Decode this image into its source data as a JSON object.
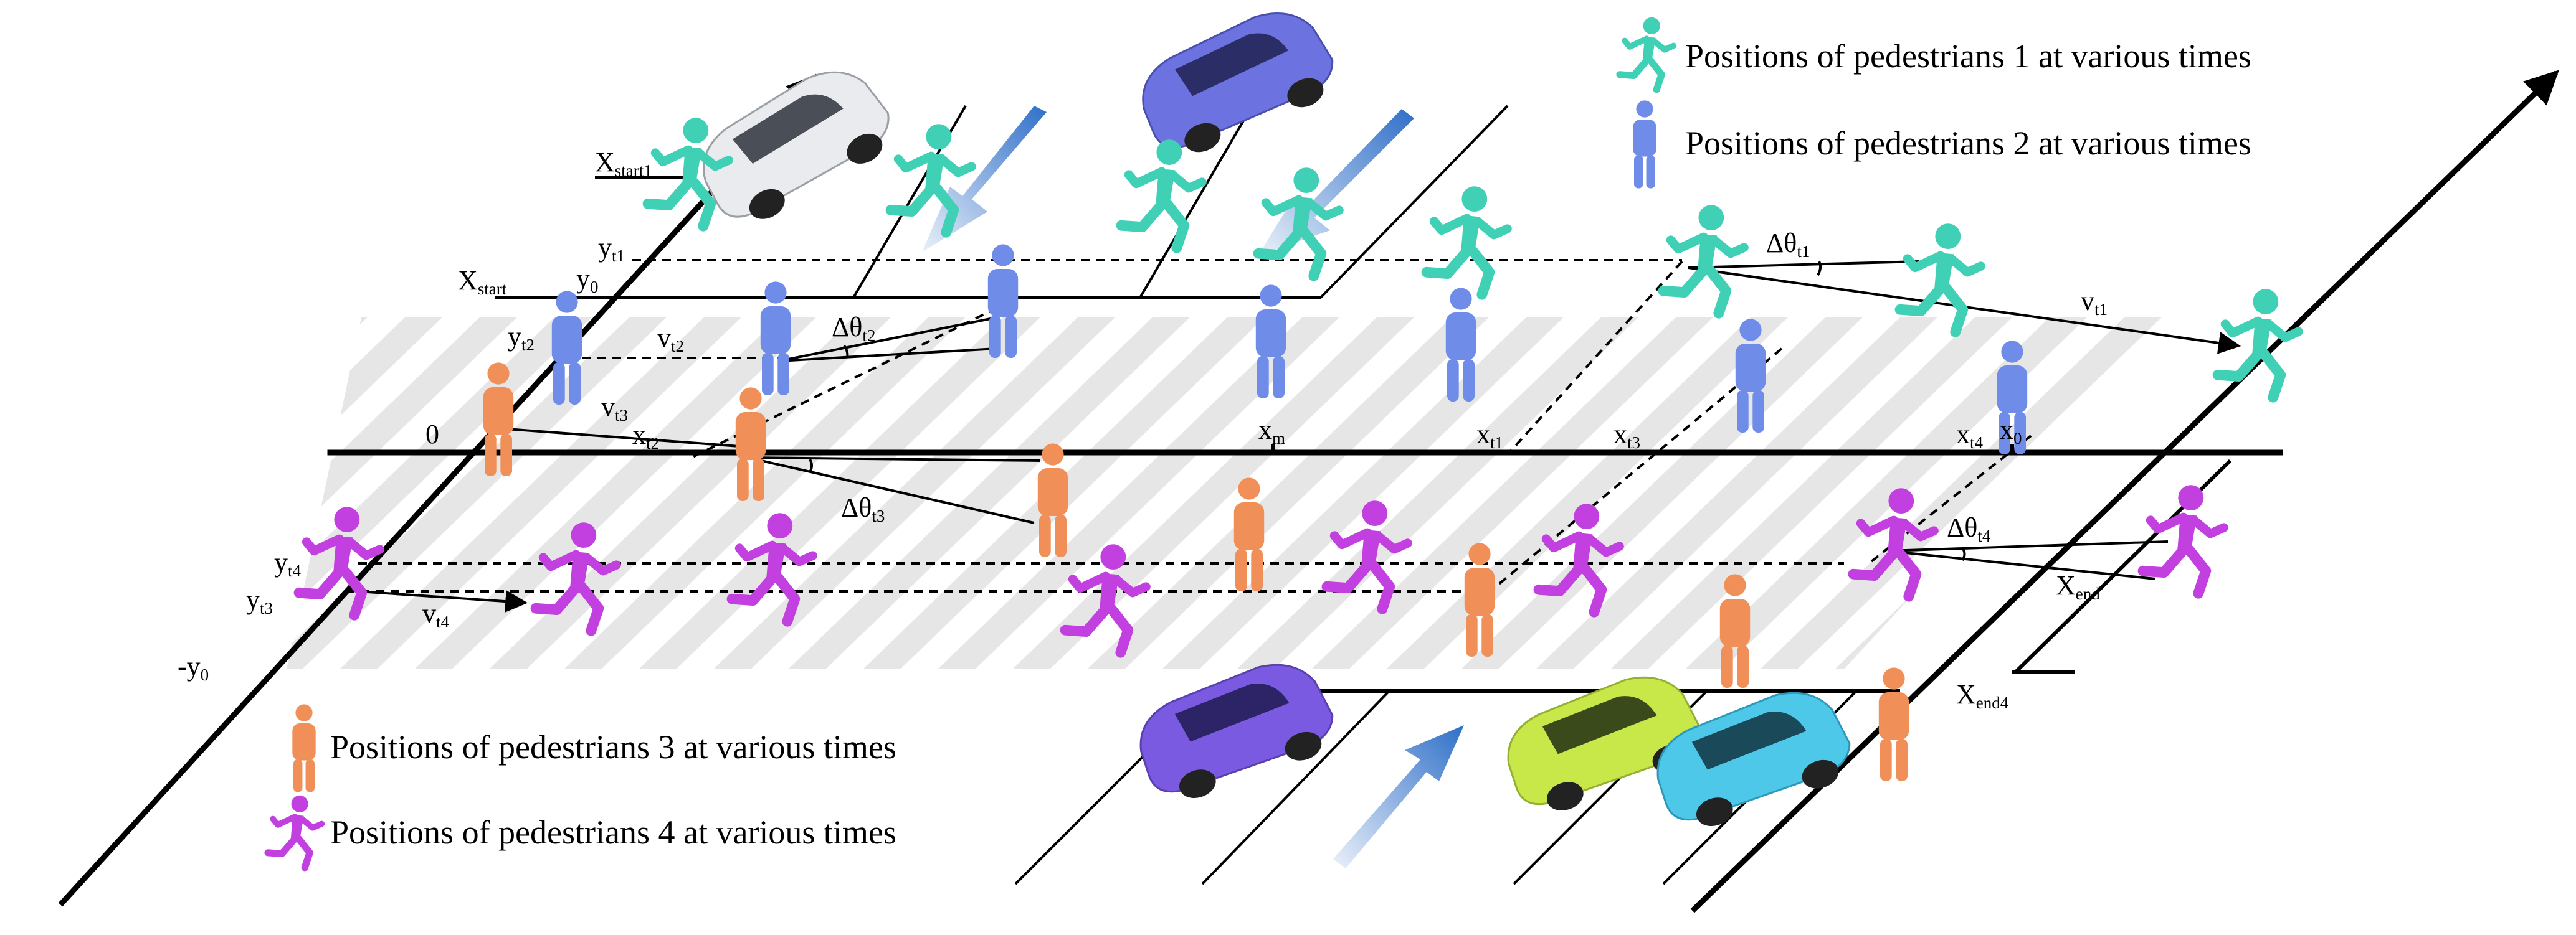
{
  "colors": {
    "pedestrian1": "#3fd0b5",
    "pedestrian2": "#6f8de8",
    "pedestrian3": "#f09058",
    "pedestrian4": "#c23fe0",
    "stripe": "#e6e6e6",
    "flow_arrow": "#2f6fc8",
    "car_white": "#e9ebee",
    "car_blue": "#6c72e0",
    "car_purple": "#7a5ae0",
    "car_lime": "#c8e84a",
    "car_cyan": "#4ec8e8"
  },
  "legend": {
    "ped1": "Positions of pedestrians 1 at various times",
    "ped2": "Positions of pedestrians 2 at various times",
    "ped3": "Positions of pedestrians 3 at various times",
    "ped4": "Positions of pedestrians 4 at various times"
  },
  "labels": {
    "x_start1": {
      "main": "X",
      "sub": "start1"
    },
    "x_start": {
      "main": "X",
      "sub": "start"
    },
    "y_t1": {
      "main": "y",
      "sub": "t1"
    },
    "y_0": {
      "main": "y",
      "sub": "0"
    },
    "y_t2": {
      "main": "y",
      "sub": "t2"
    },
    "v_t2": {
      "main": "v",
      "sub": "t2"
    },
    "dtheta_t2": {
      "main": "Δθ",
      "sub": "t2"
    },
    "v_t3": {
      "main": "v",
      "sub": "t3"
    },
    "x_t2": {
      "main": "x",
      "sub": "t2"
    },
    "origin": "0",
    "x_m": {
      "main": "x",
      "sub": "m"
    },
    "x_t1": {
      "main": "x",
      "sub": "t1"
    },
    "x_t3": {
      "main": "x",
      "sub": "t3"
    },
    "x_t4": {
      "main": "x",
      "sub": "t4"
    },
    "x_0": {
      "main": "x",
      "sub": "0"
    },
    "dtheta_t1": {
      "main": "Δθ",
      "sub": "t1"
    },
    "v_t1": {
      "main": "v",
      "sub": "t1"
    },
    "dtheta_t3": {
      "main": "Δθ",
      "sub": "t3"
    },
    "dtheta_t4": {
      "main": "Δθ",
      "sub": "t4"
    },
    "x_end": {
      "main": "X",
      "sub": "end"
    },
    "x_end4": {
      "main": "X",
      "sub": "end4"
    },
    "y_t4": {
      "main": "y",
      "sub": "t4"
    },
    "y_t3": {
      "main": "y",
      "sub": "t3"
    },
    "v_t4": {
      "main": "v",
      "sub": "t4"
    },
    "neg_y0": {
      "main": "-y",
      "sub": "0"
    }
  }
}
